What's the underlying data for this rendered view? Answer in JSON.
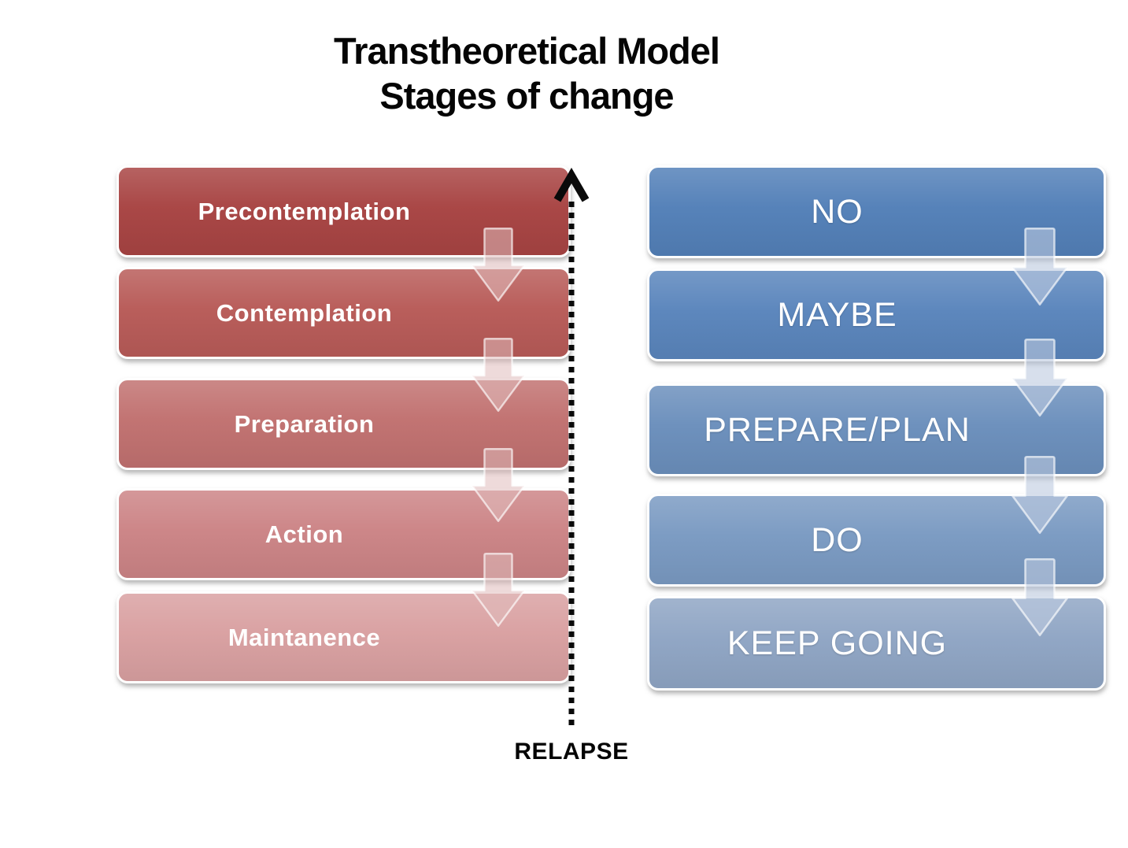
{
  "title": {
    "line1": "Transtheoretical Model",
    "line2": "Stages of change"
  },
  "left_column": {
    "description": "stages-of-change",
    "items": [
      {
        "label": "Precontemplation",
        "color": "#a84443"
      },
      {
        "label": "Contemplation",
        "color": "#b85b58"
      },
      {
        "label": "Preparation",
        "color": "#c17170"
      },
      {
        "label": "Action",
        "color": "#cc8486"
      },
      {
        "label": "Maintanence",
        "color": "#d9a0a1"
      }
    ],
    "arrow_color": "#e0bcbc"
  },
  "right_column": {
    "description": "plain-language-equivalents",
    "items": [
      {
        "label": "NO",
        "color": "#5380b8"
      },
      {
        "label": "MAYBE",
        "color": "#5a85bc"
      },
      {
        "label": "PREPARE/PLAN",
        "color": "#6b8fbc"
      },
      {
        "label": "DO",
        "color": "#7a9ac2"
      },
      {
        "label": "KEEP GOING",
        "color": "#8fa5c4"
      }
    ],
    "arrow_color": "#bcc9e0"
  },
  "relapse_arrow": {
    "label": "RELAPSE",
    "color": "#0a0a0a"
  }
}
